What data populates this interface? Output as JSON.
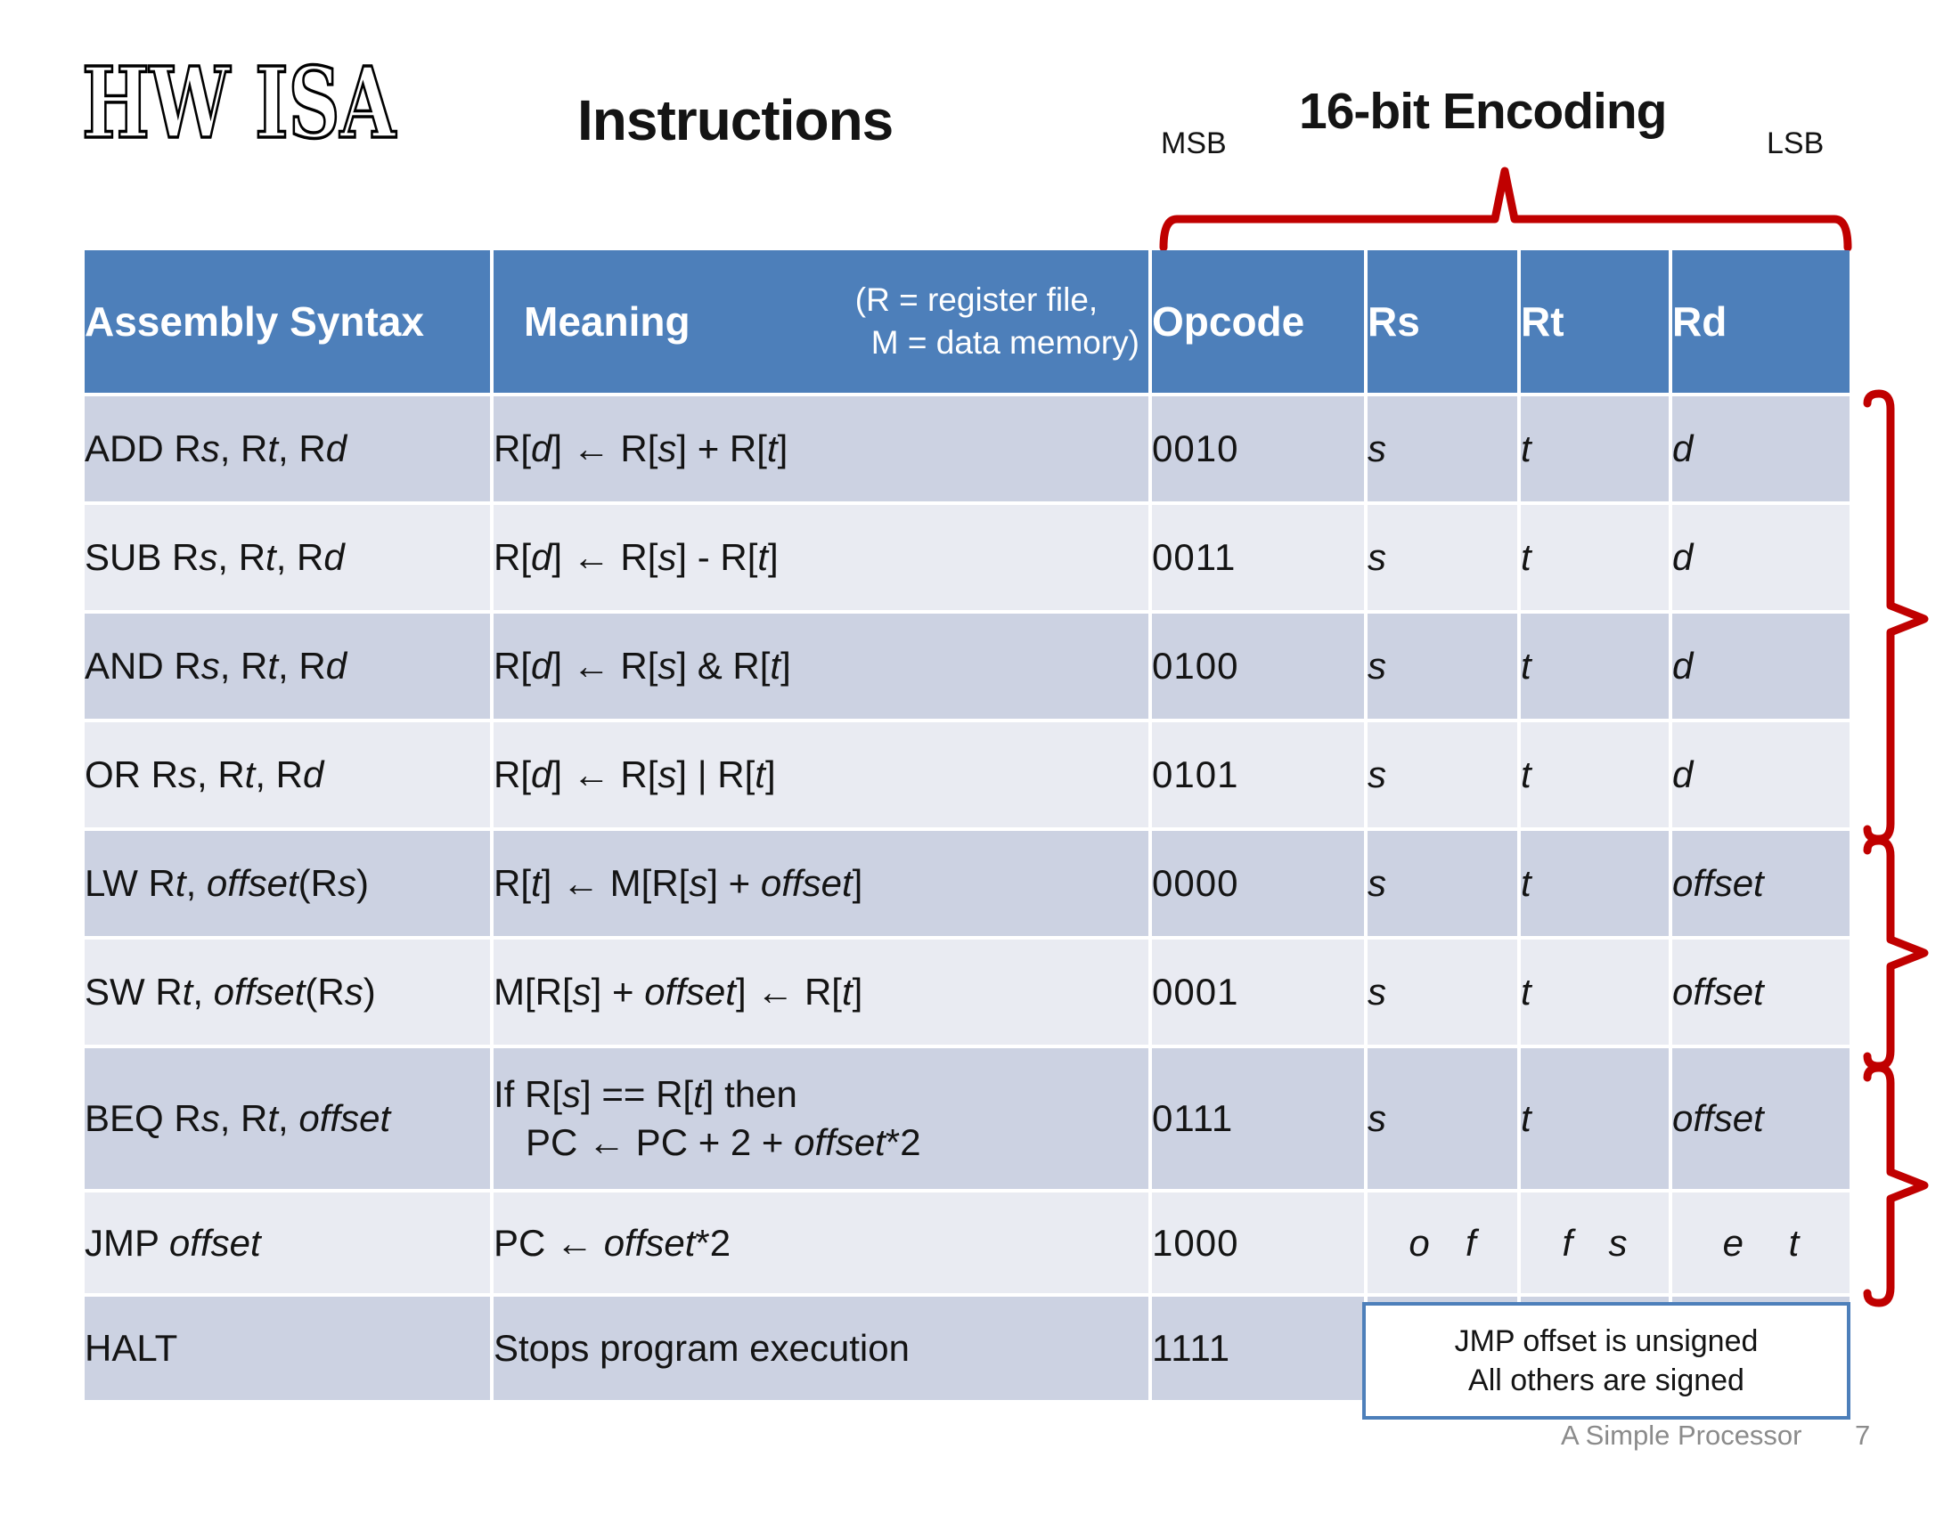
{
  "slide": {
    "logo": "HW ISA",
    "title": "Instructions"
  },
  "encoding": {
    "msb": "MSB",
    "label": "16-bit Encoding",
    "lsb": "LSB"
  },
  "note": {
    "line1": "JMP offset is unsigned",
    "line2": "All others are signed"
  },
  "footer": {
    "label": "A Simple Processor",
    "page": "7"
  },
  "colors": {
    "header_blue": "#4d7fba",
    "row_dark": "#ccd2e2",
    "row_light": "#e9ebf2",
    "accent_red": "#c00000",
    "footer_gray": "#8b8b8b",
    "note_border": "#4d7fba"
  },
  "table": {
    "headers": {
      "assembly": "Assembly Syntax",
      "meaning": "Meaning",
      "meaning_note_line1": "(R = register file,",
      "meaning_note_line2": "M = data memory)",
      "opcode": "Opcode",
      "rs": "Rs",
      "rt": "Rt",
      "rd": "Rd"
    },
    "rows": [
      {
        "id": "add",
        "syntax": [
          {
            "t": "ADD R"
          },
          {
            "t": "s",
            "i": 1
          },
          {
            "t": ", R"
          },
          {
            "t": "t",
            "i": 1
          },
          {
            "t": ", R"
          },
          {
            "t": "d",
            "i": 1
          }
        ],
        "meaning": [
          [
            {
              "t": "R["
            },
            {
              "t": "d",
              "i": 1
            },
            {
              "t": "] "
            },
            {
              "t": "←",
              "b": 1
            },
            {
              "t": " R["
            },
            {
              "t": "s",
              "i": 1
            },
            {
              "t": "] + R["
            },
            {
              "t": "t",
              "i": 1
            },
            {
              "t": "]"
            }
          ]
        ],
        "opcode": "0010",
        "rs": [
          {
            "t": "s",
            "i": 1
          }
        ],
        "rt": [
          {
            "t": "t",
            "i": 1
          }
        ],
        "rd": [
          {
            "t": "d",
            "i": 1
          }
        ]
      },
      {
        "id": "sub",
        "syntax": [
          {
            "t": "SUB R"
          },
          {
            "t": "s",
            "i": 1
          },
          {
            "t": ", R"
          },
          {
            "t": "t",
            "i": 1
          },
          {
            "t": ", R"
          },
          {
            "t": "d",
            "i": 1
          }
        ],
        "meaning": [
          [
            {
              "t": "R["
            },
            {
              "t": "d",
              "i": 1
            },
            {
              "t": "] "
            },
            {
              "t": "←",
              "b": 1
            },
            {
              "t": " R["
            },
            {
              "t": "s",
              "i": 1
            },
            {
              "t": "] - R["
            },
            {
              "t": "t",
              "i": 1
            },
            {
              "t": "]"
            }
          ]
        ],
        "opcode": "0011",
        "rs": [
          {
            "t": "s",
            "i": 1
          }
        ],
        "rt": [
          {
            "t": "t",
            "i": 1
          }
        ],
        "rd": [
          {
            "t": "d",
            "i": 1
          }
        ]
      },
      {
        "id": "and",
        "syntax": [
          {
            "t": "AND R"
          },
          {
            "t": "s",
            "i": 1
          },
          {
            "t": ", R"
          },
          {
            "t": "t",
            "i": 1
          },
          {
            "t": ", R"
          },
          {
            "t": "d",
            "i": 1
          }
        ],
        "meaning": [
          [
            {
              "t": "R["
            },
            {
              "t": "d",
              "i": 1
            },
            {
              "t": "] "
            },
            {
              "t": "←",
              "b": 1
            },
            {
              "t": " R["
            },
            {
              "t": "s",
              "i": 1
            },
            {
              "t": "] & R["
            },
            {
              "t": "t",
              "i": 1
            },
            {
              "t": "]"
            }
          ]
        ],
        "opcode": "0100",
        "rs": [
          {
            "t": "s",
            "i": 1
          }
        ],
        "rt": [
          {
            "t": "t",
            "i": 1
          }
        ],
        "rd": [
          {
            "t": "d",
            "i": 1
          }
        ]
      },
      {
        "id": "or",
        "syntax": [
          {
            "t": "OR R"
          },
          {
            "t": "s",
            "i": 1
          },
          {
            "t": ", R"
          },
          {
            "t": "t",
            "i": 1
          },
          {
            "t": ", R"
          },
          {
            "t": "d",
            "i": 1
          }
        ],
        "meaning": [
          [
            {
              "t": "R["
            },
            {
              "t": "d",
              "i": 1
            },
            {
              "t": "] "
            },
            {
              "t": "←",
              "b": 1
            },
            {
              "t": " R["
            },
            {
              "t": "s",
              "i": 1
            },
            {
              "t": "] | R["
            },
            {
              "t": "t",
              "i": 1
            },
            {
              "t": "]"
            }
          ]
        ],
        "opcode": "0101",
        "rs": [
          {
            "t": "s",
            "i": 1
          }
        ],
        "rt": [
          {
            "t": "t",
            "i": 1
          }
        ],
        "rd": [
          {
            "t": "d",
            "i": 1
          }
        ]
      },
      {
        "id": "lw",
        "syntax": [
          {
            "t": "LW R"
          },
          {
            "t": "t",
            "i": 1
          },
          {
            "t": ", "
          },
          {
            "t": "offset",
            "i": 1
          },
          {
            "t": "(R"
          },
          {
            "t": "s",
            "i": 1
          },
          {
            "t": ")"
          }
        ],
        "meaning": [
          [
            {
              "t": "R["
            },
            {
              "t": "t",
              "i": 1
            },
            {
              "t": "] "
            },
            {
              "t": "←",
              "b": 1
            },
            {
              "t": " M[R["
            },
            {
              "t": "s",
              "i": 1
            },
            {
              "t": "] + "
            },
            {
              "t": "offset",
              "i": 1
            },
            {
              "t": "]"
            }
          ]
        ],
        "opcode": "0000",
        "rs": [
          {
            "t": "s",
            "i": 1
          }
        ],
        "rt": [
          {
            "t": "t",
            "i": 1
          }
        ],
        "rd": [
          {
            "t": "offset",
            "i": 1
          }
        ]
      },
      {
        "id": "sw",
        "syntax": [
          {
            "t": "SW R"
          },
          {
            "t": "t",
            "i": 1
          },
          {
            "t": ", "
          },
          {
            "t": "offset",
            "i": 1
          },
          {
            "t": "(R"
          },
          {
            "t": "s",
            "i": 1
          },
          {
            "t": ")"
          }
        ],
        "meaning": [
          [
            {
              "t": "M[R["
            },
            {
              "t": "s",
              "i": 1
            },
            {
              "t": "] + "
            },
            {
              "t": "offset",
              "i": 1
            },
            {
              "t": "] "
            },
            {
              "t": "←",
              "b": 1
            },
            {
              "t": " R["
            },
            {
              "t": "t",
              "i": 1
            },
            {
              "t": "]"
            }
          ]
        ],
        "opcode": "0001",
        "rs": [
          {
            "t": "s",
            "i": 1
          }
        ],
        "rt": [
          {
            "t": "t",
            "i": 1
          }
        ],
        "rd": [
          {
            "t": "offset",
            "i": 1
          }
        ]
      },
      {
        "id": "beq",
        "rd_indent": true,
        "syntax": [
          {
            "t": "BEQ R"
          },
          {
            "t": "s",
            "i": 1
          },
          {
            "t": ", R"
          },
          {
            "t": "t",
            "i": 1
          },
          {
            "t": ", "
          },
          {
            "t": "offset",
            "i": 1
          }
        ],
        "meaning": [
          [
            {
              "t": "If R["
            },
            {
              "t": "s",
              "i": 1
            },
            {
              "t": "] == R["
            },
            {
              "t": "t",
              "i": 1
            },
            {
              "t": "] then"
            }
          ],
          [
            {
              "t": "PC "
            },
            {
              "t": "←",
              "b": 1
            },
            {
              "t": " PC + 2 + "
            },
            {
              "t": "offset",
              "i": 1
            },
            {
              "t": "*2"
            }
          ]
        ],
        "opcode": "0111",
        "rs": [
          {
            "t": "s",
            "i": 1
          }
        ],
        "rt": [
          {
            "t": "t",
            "i": 1
          }
        ],
        "rd": [
          {
            "t": "offset",
            "i": 1
          }
        ]
      },
      {
        "id": "jmp",
        "spread": true,
        "syntax": [
          {
            "t": "JMP "
          },
          {
            "t": "offset",
            "i": 1
          }
        ],
        "meaning": [
          [
            {
              "t": "PC "
            },
            {
              "t": "←",
              "b": 1
            },
            {
              "t": " "
            },
            {
              "t": "offset",
              "i": 1
            },
            {
              "t": "*2"
            }
          ]
        ],
        "opcode": "1000",
        "rs": [
          {
            "t": "o",
            "i": 1
          },
          {
            "t": "f",
            "i": 1
          }
        ],
        "rt": [
          {
            "t": "f",
            "i": 1
          },
          {
            "t": "s",
            "i": 1
          }
        ],
        "rd": [
          {
            "t": "e",
            "i": 1
          },
          {
            "t": "t",
            "i": 1
          }
        ]
      },
      {
        "id": "halt",
        "syntax": [
          {
            "t": "HALT"
          }
        ],
        "meaning": [
          [
            {
              "t": "Stops program execution"
            }
          ]
        ],
        "opcode": "1111",
        "rs": [],
        "rt": [],
        "rd": []
      }
    ]
  }
}
